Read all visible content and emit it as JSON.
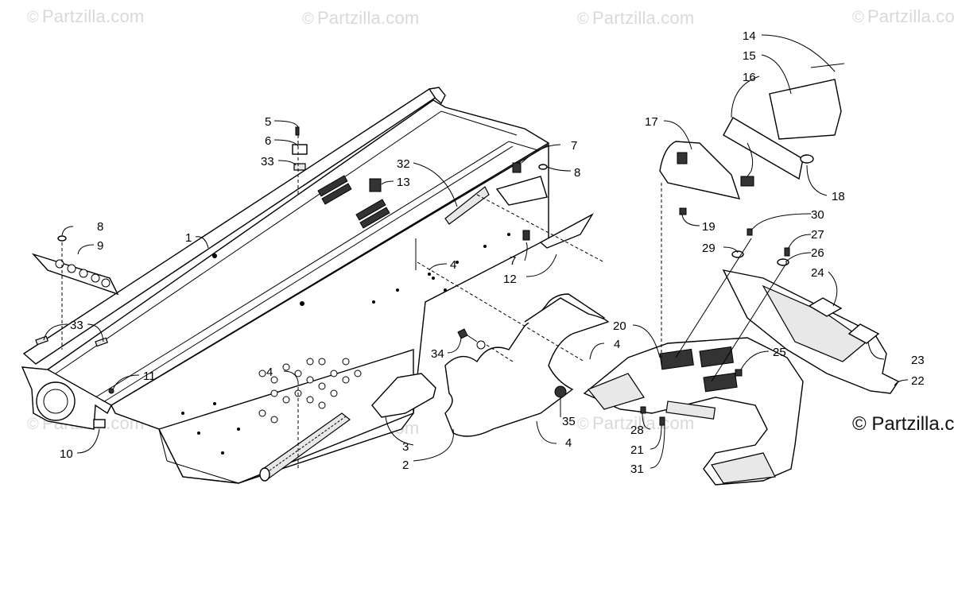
{
  "watermark": {
    "symbol": "©",
    "text": "Partzilla.com"
  },
  "copyright": "© Partzilla.com",
  "callouts": [
    {
      "id": "c1",
      "text": "1"
    },
    {
      "id": "c2",
      "text": "2"
    },
    {
      "id": "c3",
      "text": "3"
    },
    {
      "id": "c4a",
      "text": "4"
    },
    {
      "id": "c4b",
      "text": "4"
    },
    {
      "id": "c4c",
      "text": "4"
    },
    {
      "id": "c4d",
      "text": "4"
    },
    {
      "id": "c5",
      "text": "5"
    },
    {
      "id": "c6",
      "text": "6"
    },
    {
      "id": "c7a",
      "text": "7"
    },
    {
      "id": "c7b",
      "text": "7"
    },
    {
      "id": "c8a",
      "text": "8"
    },
    {
      "id": "c8b",
      "text": "8"
    },
    {
      "id": "c9",
      "text": "9"
    },
    {
      "id": "c10",
      "text": "10"
    },
    {
      "id": "c11",
      "text": "11"
    },
    {
      "id": "c12",
      "text": "12"
    },
    {
      "id": "c13",
      "text": "13"
    },
    {
      "id": "c14",
      "text": "14"
    },
    {
      "id": "c15",
      "text": "15"
    },
    {
      "id": "c16",
      "text": "16"
    },
    {
      "id": "c17",
      "text": "17"
    },
    {
      "id": "c18",
      "text": "18"
    },
    {
      "id": "c19",
      "text": "19"
    },
    {
      "id": "c20",
      "text": "20"
    },
    {
      "id": "c21",
      "text": "21"
    },
    {
      "id": "c22",
      "text": "22"
    },
    {
      "id": "c23",
      "text": "23"
    },
    {
      "id": "c24",
      "text": "24"
    },
    {
      "id": "c25",
      "text": "25"
    },
    {
      "id": "c26",
      "text": "26"
    },
    {
      "id": "c27",
      "text": "27"
    },
    {
      "id": "c28",
      "text": "28"
    },
    {
      "id": "c29",
      "text": "29"
    },
    {
      "id": "c30",
      "text": "30"
    },
    {
      "id": "c31",
      "text": "31"
    },
    {
      "id": "c32",
      "text": "32"
    },
    {
      "id": "c33a",
      "text": "33"
    },
    {
      "id": "c33b",
      "text": "33"
    },
    {
      "id": "c34",
      "text": "34"
    },
    {
      "id": "c35",
      "text": "35"
    }
  ]
}
